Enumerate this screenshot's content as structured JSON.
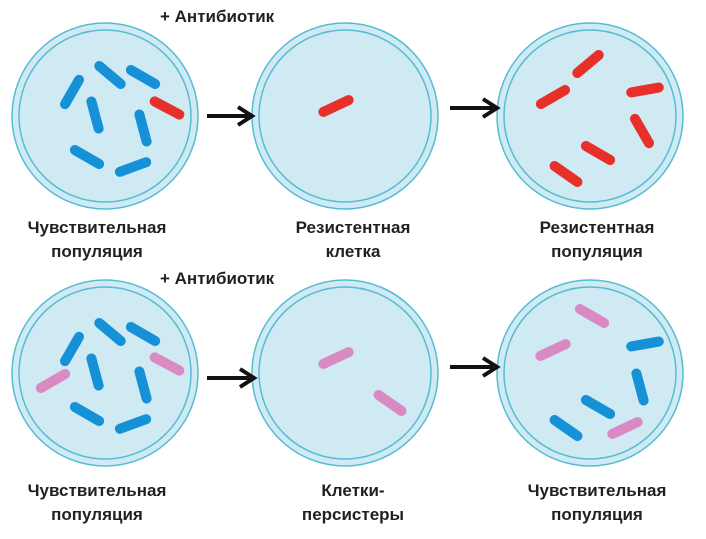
{
  "colors": {
    "dish_fill": "#cfeaf3",
    "dish_border": "#55bcd4",
    "sensitive": "#1690d6",
    "resistant": "#e8302a",
    "persister": "#d98ac2",
    "arrow": "#111111"
  },
  "rows": [
    {
      "antibiotic_label": "+ Антибиотик",
      "labels": [
        [
          "Чувствительная",
          "популяция"
        ],
        [
          "Резистентная",
          "клетка"
        ],
        [
          "Резистентная",
          "популяция"
        ]
      ]
    },
    {
      "antibiotic_label": "+ Антибиотик",
      "labels": [
        [
          "Чувствительная",
          "популяция"
        ],
        [
          "Клетки-",
          "персистеры"
        ],
        [
          "Чувствительная",
          "популяция"
        ]
      ]
    }
  ]
}
